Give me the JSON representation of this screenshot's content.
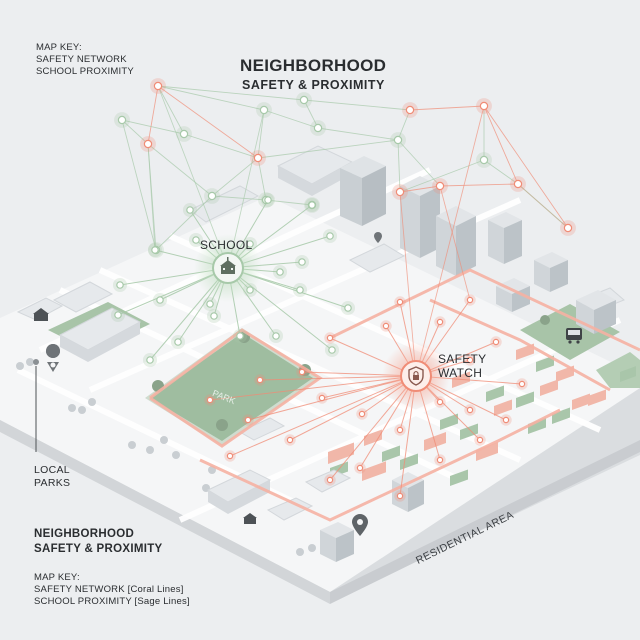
{
  "header": {
    "key_label": "MAP KEY:",
    "key_items": [
      "SAFETY NETWORK",
      "SCHOOL PROXIMITY"
    ],
    "title_line1": "NEIGHBORHOOD",
    "title_line2": "SAFETY & PROXIMITY"
  },
  "nodes": {
    "school_label": "SCHOOL",
    "safety_label_line1": "SAFETY",
    "safety_label_line2": "WATCH",
    "park_label": "PARK"
  },
  "side": {
    "local_parks_line1": "LOCAL",
    "local_parks_line2": "PARKS"
  },
  "footer": {
    "title_line1": "NEIGHBORHOOD",
    "title_line2": "SAFETY & PROXIMITY",
    "key_label": "MAP KEY:",
    "key_items": [
      "SAFETY NETWORK [Coral Lines]",
      "SCHOOL PROXIMITY [Sage Lines]"
    ]
  },
  "area_label": "RESIDENTIAL AREA",
  "colors": {
    "coral": "#f08c76",
    "sage": "#a7c9a9",
    "park": "#9fbda0",
    "ground": "#f4f5f6",
    "background": "#eceef0"
  },
  "icons": {
    "school": "school-building-icon",
    "safety": "shield-lock-icon",
    "bus": "bus-icon",
    "pins": "map-pin-icon"
  }
}
